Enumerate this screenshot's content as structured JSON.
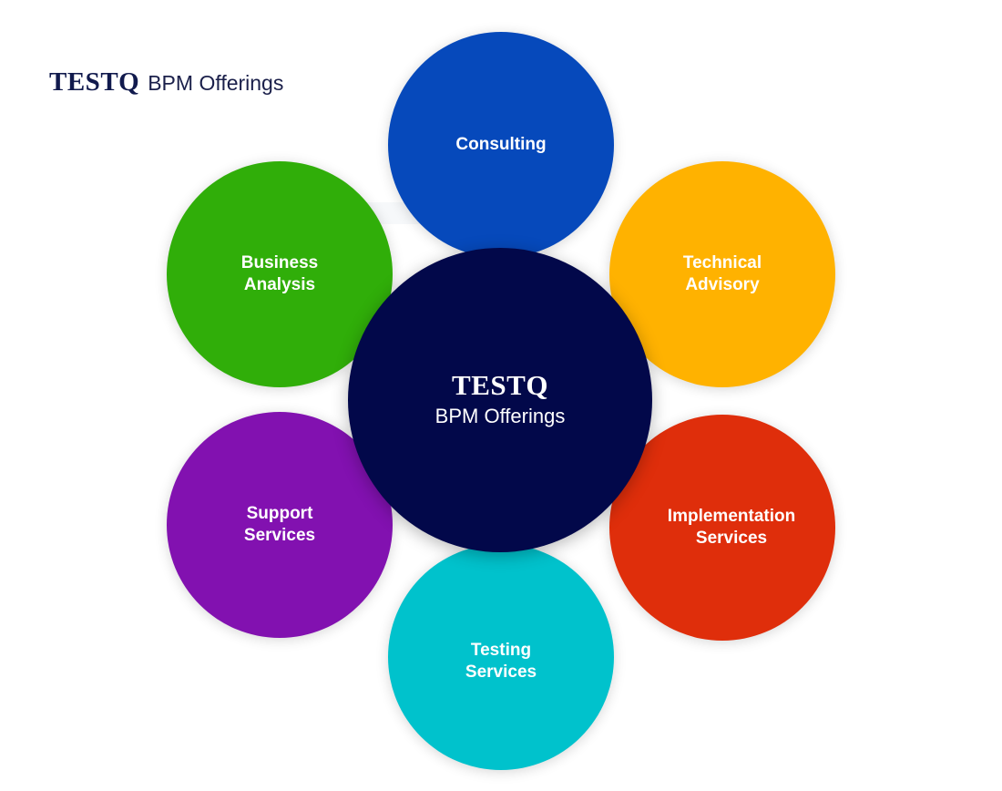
{
  "header": {
    "brand": "TESTQ",
    "subtitle": "BPM Offerings"
  },
  "center": {
    "brand": "TESTQ",
    "subtitle": "BPM Offerings",
    "color": "#02084a"
  },
  "offerings": [
    {
      "id": "consulting",
      "label": "Consulting",
      "color": "#0649bb"
    },
    {
      "id": "technical-advisory",
      "label": "Technical\nAdvisory",
      "color": "#ffb200"
    },
    {
      "id": "implementation-services",
      "label": "Implementation\nServices",
      "color": "#df2e0b"
    },
    {
      "id": "testing-services",
      "label": "Testing\nServices",
      "color": "#00c2cc"
    },
    {
      "id": "support-services",
      "label": "Support\nServices",
      "color": "#8211b0"
    },
    {
      "id": "business-analysis",
      "label": "Business\nAnalysis",
      "color": "#30ae09"
    }
  ]
}
